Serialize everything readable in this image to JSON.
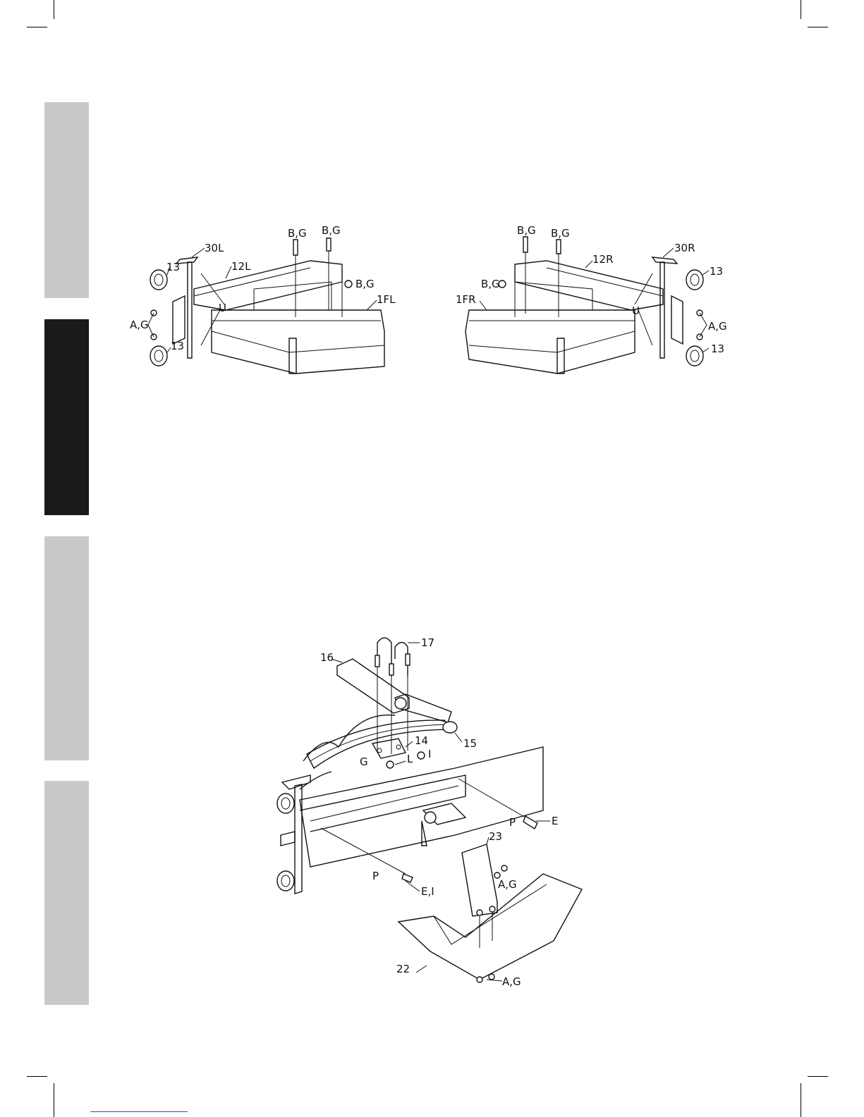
{
  "side_tabs": [
    {
      "color": "#c9c9c9"
    },
    {
      "color": "#1a1a1a"
    },
    {
      "color": "#c9c9c9"
    },
    {
      "color": "#c9c9c9"
    }
  ],
  "figure_left": {
    "labels": {
      "p30": "30L",
      "p13a": "13",
      "p12": "12L",
      "bg1": "B,G",
      "bg2": "B,G",
      "bg3": "B,G",
      "p1f": "1FL",
      "u": "U",
      "ag": "A,G",
      "p13b": "13"
    }
  },
  "figure_right": {
    "labels": {
      "bg1": "B,G",
      "bg2": "B,G",
      "p30": "30R",
      "p12": "12R",
      "p13a": "13",
      "bg3": "B,G",
      "p1f": "1FR",
      "u": "U",
      "ag": "A,G",
      "p13b": "13"
    }
  },
  "figure_bottom": {
    "labels": {
      "p17": "17",
      "p16": "16",
      "p15": "15",
      "p14": "14",
      "i1": "I",
      "g": "G",
      "l": "L",
      "p_a": "P",
      "e": "E",
      "p23": "23",
      "ag1": "A,G",
      "p_b": "P",
      "ei": "E,I",
      "p22": "22",
      "ag2": "A,G"
    }
  }
}
